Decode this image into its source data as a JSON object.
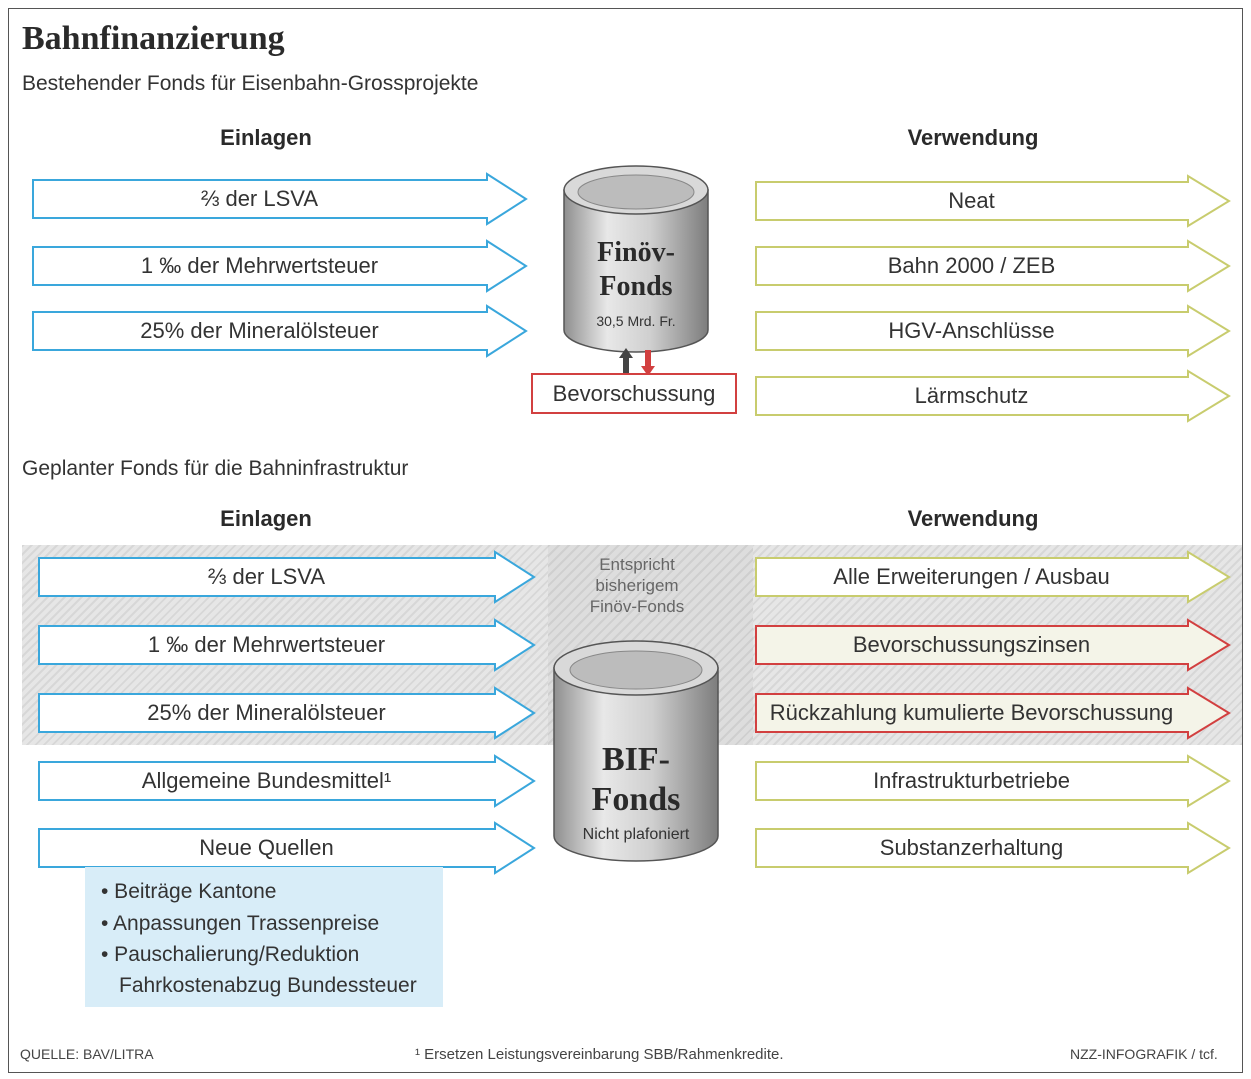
{
  "title": "Bahnfinanzierung",
  "section1": {
    "subtitle": "Bestehender Fonds für Eisenbahn-Grossprojekte",
    "left_header": "Einlagen",
    "right_header": "Verwendung",
    "inputs": [
      "⅔ der LSVA",
      "1 ‰ der Mehrwertsteuer",
      "25% der Mineralölsteuer"
    ],
    "uses": [
      "Neat",
      "Bahn 2000 / ZEB",
      "HGV-Anschlüsse",
      "Lärmschutz"
    ],
    "fund_name_1": "Finöv-",
    "fund_name_2": "Fonds",
    "fund_amount": "30,5 Mrd. Fr.",
    "advance": "Bevorschussung"
  },
  "section2": {
    "subtitle": "Geplanter Fonds für die Bahninfrastruktur",
    "left_header": "Einlagen",
    "right_header": "Verwendung",
    "inputs": [
      "⅔ der LSVA",
      "1 ‰ der Mehrwertsteuer",
      "25% der Mineralölsteuer",
      "Allgemeine Bundesmittel¹",
      "Neue Quellen"
    ],
    "uses": [
      "Alle Erweiterungen / Ausbau",
      "Bevorschussungszinsen",
      "Rückzahlung kumulierte Bevorschussung",
      "Infrastrukturbetriebe",
      "Substanzerhaltung"
    ],
    "note": "Entspricht bisherigem Finöv-Fonds",
    "fund_name_1": "BIF-",
    "fund_name_2": "Fonds",
    "fund_sub": "Nicht plafoniert",
    "new_sources": [
      "• Beiträge Kantone",
      "• Anpassungen Trassenpreise",
      "• Pauschalierung/Reduktion",
      "Fahrkostenabzug Bundessteuer"
    ]
  },
  "footer": {
    "source": "QUELLE: BAV/LITRA",
    "footnote": "¹ Ersetzen Leistungsvereinbarung SBB/Rahmenkredite.",
    "credit": "NZZ-INFOGRAFIK / tcf."
  },
  "colors": {
    "input_arrow": "#3aa7dc",
    "use_arrow": "#c8cc6e",
    "red_arrow": "#d24040",
    "band_fill": "#f4f4e8"
  }
}
